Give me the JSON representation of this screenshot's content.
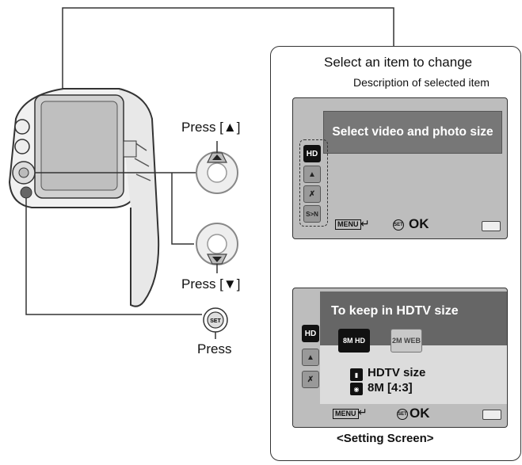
{
  "labels": {
    "press_up": "Press [▲]",
    "press_down": "Press [▼]",
    "press": "Press",
    "select_item": "Select an item to change",
    "description_selected": "Description of selected item",
    "setting_screen": "<Setting Screen>"
  },
  "screen1": {
    "description": "Select video and photo size",
    "menu_icons": [
      "HD",
      "S>N"
    ],
    "footer_menu": "MENU",
    "footer_ok": "OK",
    "footer_set": "SET"
  },
  "screen2": {
    "title": "To keep in HDTV size",
    "options": [
      "8M HD",
      "2M WEB"
    ],
    "info_line1": "HDTV size",
    "info_line2": "8M [4:3]",
    "menu_icons": [
      "HD"
    ],
    "footer_menu": "MENU",
    "footer_ok": "OK",
    "footer_set": "SET"
  },
  "colors": {
    "lcd_bg": "#bdbdbd",
    "highlight_box": "#777777",
    "dark_header": "#666666"
  }
}
